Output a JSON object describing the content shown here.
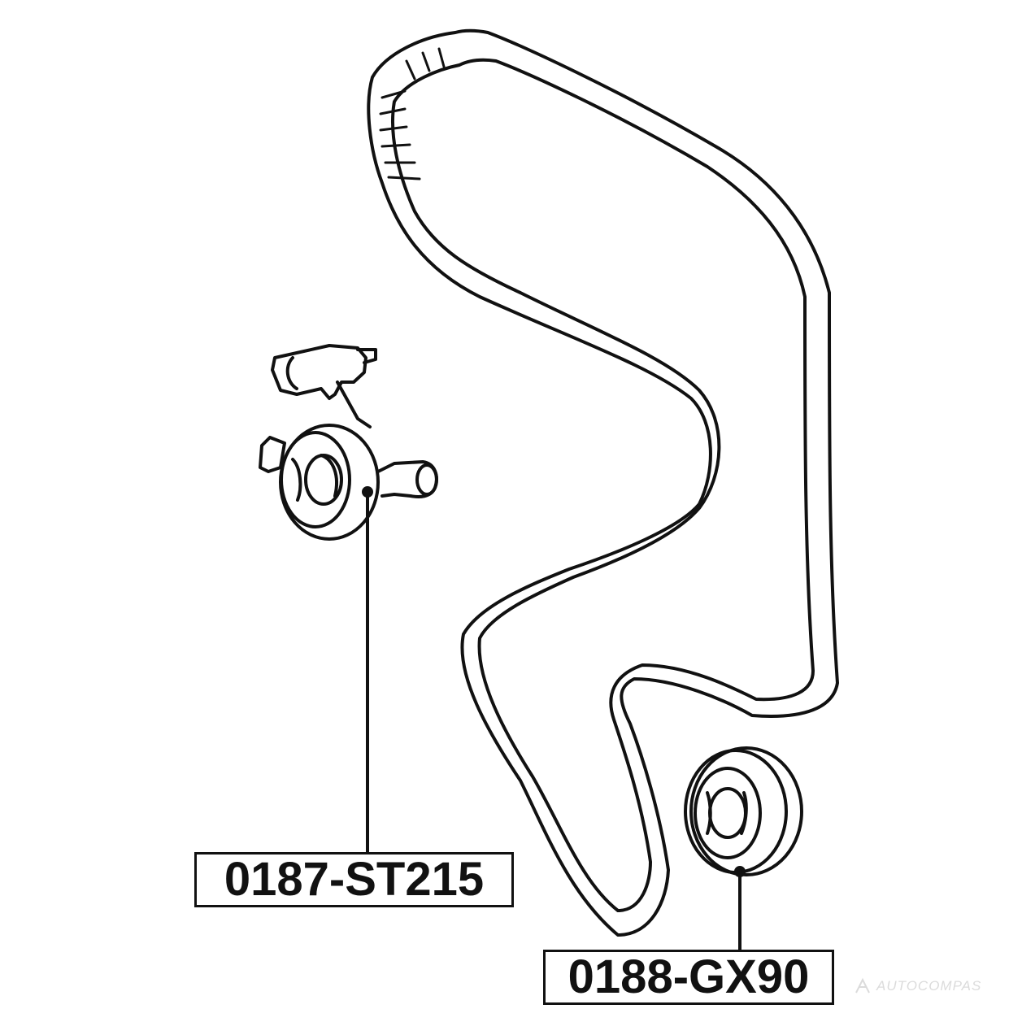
{
  "parts": {
    "tensioner": {
      "part_number": "0187-ST215"
    },
    "idler": {
      "part_number": "0188-GX90"
    }
  },
  "watermark": {
    "text": "AUTOCOMPAS"
  },
  "colors": {
    "line": "#111111",
    "background": "#ffffff",
    "watermark": "#9a9a9a"
  }
}
